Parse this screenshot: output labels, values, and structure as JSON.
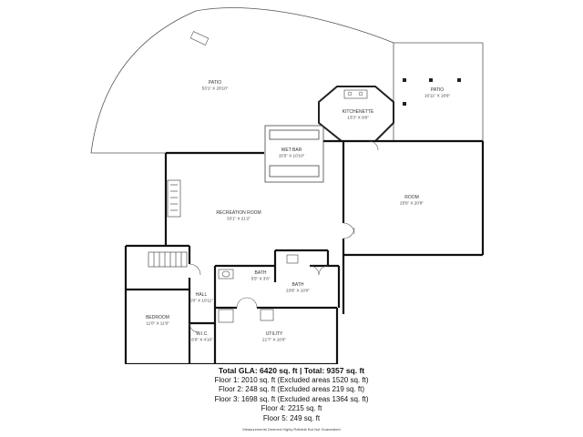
{
  "rooms": {
    "patio_left": {
      "name": "PATIO",
      "dims": "53'1\" X 28'10\""
    },
    "patio_right": {
      "name": "PATIO",
      "dims": "16'11\" X 18'9\""
    },
    "kitchenette": {
      "name": "KITCHENETTE",
      "dims": "13'3\" X 9'8\""
    },
    "wet_bar": {
      "name": "WET BAR",
      "dims": "15'5\" X 10'10\""
    },
    "recreation_room": {
      "name": "RECREATION ROOM",
      "dims": "33'1\" X 21'2\""
    },
    "room": {
      "name": "ROOM",
      "dims": "25'6\" X 20'8\""
    },
    "bath_small": {
      "name": "BATH",
      "dims": "5'5\" X 3'6\""
    },
    "bath": {
      "name": "BATH",
      "dims": "23'8\" X 10'0\""
    },
    "hall": {
      "name": "HALL",
      "dims": "5'0\" X 10'11\""
    },
    "bedroom": {
      "name": "BEDROOM",
      "dims": "11'0\" X 11'9\""
    },
    "wic": {
      "name": "W.I.C.",
      "dims": "6'0\" X 4'10\""
    },
    "utility": {
      "name": "UTILITY",
      "dims": "21'7\" X 10'0\""
    }
  },
  "summary": {
    "total_line": "Total GLA: 6420 sq. ft | Total: 9357 sq. ft",
    "floors": [
      "Floor 1: 2010 sq. ft (Excluded areas 1520 sq. ft)",
      "Floor 2: 248 sq. ft (Excluded areas 219 sq. ft)",
      "Floor 3: 1698 sq. ft (Excluded areas 1364 sq. ft)",
      "Floor 4: 2215 sq. ft",
      "Floor 5: 249 sq. ft"
    ],
    "disclaimer": "Measurements Deemed Highly Reliable But Not Guaranteed"
  }
}
